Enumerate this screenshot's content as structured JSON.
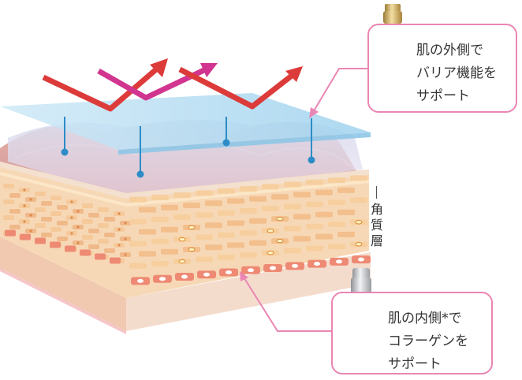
{
  "callout_outer": {
    "lines": [
      "肌の外側で",
      "バリア機能を",
      "サポート"
    ],
    "border_color": "#ea86b3",
    "bottle_color": "gold"
  },
  "callout_inner": {
    "lines": [
      "肌の内側*で",
      "コラーゲンを",
      "サポート"
    ],
    "border_color": "#ea86b3",
    "bottle_color": "silver"
  },
  "stratum_label": {
    "chars": [
      "角",
      "質",
      "層"
    ]
  },
  "colors": {
    "arrow_red": "#dd3a3a",
    "arrow_magenta": "#d1358f",
    "barrier_film": "#a8d6f0",
    "drop_line": "#2d8cc7",
    "pointer": "#ea86b3"
  }
}
